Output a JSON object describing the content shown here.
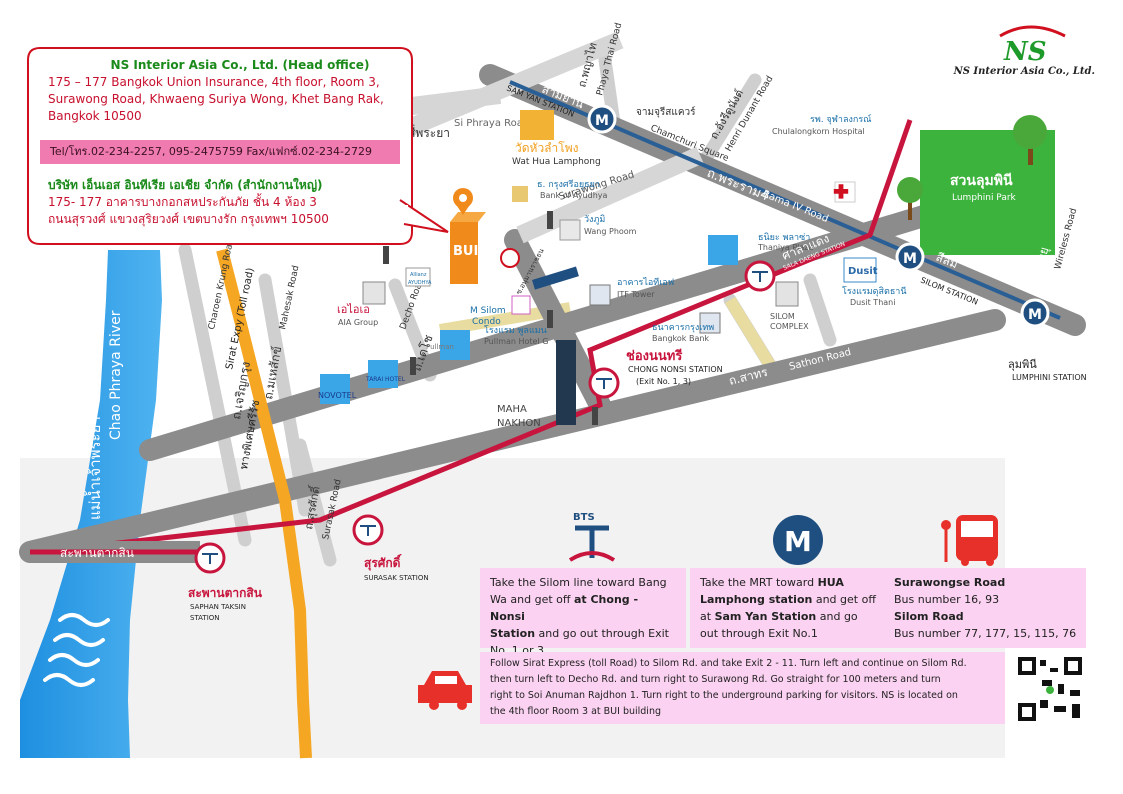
{
  "header": {
    "logo_text": "NS",
    "company_name": "NS Interior Asia Co., Ltd."
  },
  "callout": {
    "title": "NS Interior Asia Co., Ltd. (Head office)",
    "address_line1": "175 – 177  Bangkok Union Insurance,  4th floor,  Room 3,",
    "address_line2": "Surawong Road,   Khwaeng Suriya Wong,  Khet Bang Rak,",
    "address_line3": "Bangkok    10500",
    "tel": "Tel/โทร.02-234-2257,  095-2475759  Fax/แฟกซ์.02-234-2729",
    "thai_title": "บริษัท เอ็นเอส อินทีเรีย เอเชีย จำกัด (สำนักงานใหญ่)",
    "thai_line1": "175- 177  อาคารบางกอกสหประกันภัย ชั้น 4 ห้อง 3",
    "thai_line2": "ถนนสุรวงศ์ แขวงสุริยวงศ์ เขตบางรัก กรุงเทพฯ 10500"
  },
  "map": {
    "river": "Chao Phraya River",
    "river_thai": "แม่น้ำเจ้าพระยา",
    "stations": {
      "sam_yan_thai": "สามย่าน",
      "sam_yan": "SAM YAN STATION",
      "sala_daeng_thai": "ศาลาแดง",
      "sala_daeng": "SALA DAENG STATION",
      "silom_thai": "สีลม",
      "silom": "SILOM STATION",
      "lumphini_thai": "ลุมพินี",
      "lumphini": "LUMPHINI STATION",
      "chong_nonsi_thai": "ช่องนนทรี",
      "chong_nonsi": "CHONG NONSI STATION",
      "chong_nonsi_exit": "(Exit No. 1, 3)",
      "surasak_thai": "สุรศักดิ์",
      "surasak": "SURASAK STATION",
      "saphan_taksin_thai": "สะพานตากสิน",
      "saphan_taksin": "SAPHAN TAKSIN",
      "saphan_taksin2": "STATION",
      "bridge_thai": "สะพานตากสิน"
    },
    "roads": {
      "phaya_thai_thai": "ถ.พญาไท",
      "phaya_thai": "Phaya Thai Road",
      "chamchuri_thai": "จามจุรีสแควร์",
      "chamchuri": "Chamchuri Square",
      "henri_thai": "ถ.อังรีดูนังต์",
      "henri": "Henri Dunant Road",
      "si_phraya_thai": "ถ.สี่พระยา",
      "si_phraya": "Si Phraya Road",
      "rama4_thai": "ถ.พระราม4",
      "rama4": "Rama IV Road",
      "surawong_thai": "ถ.สุรวงศ์",
      "surawong": "Surawong Road",
      "silom_thai": "ถ.สีลม",
      "silom": "SiLom Road",
      "sathon_thai": "ถ.สาทร",
      "sathon": "Sathon Road",
      "wireless_thai": "ถ.วิทยุ",
      "wireless": "Wireless Road",
      "charoen_krung_thai": "ถ.เจริญกรุง",
      "charoen_krung": "Charoen Krung Road",
      "mahesak_thai": "ถ.มเหสักข์",
      "mahesak": "Mahesak Road",
      "decho_thai": "ถ.เดโช",
      "decho": "Decho Road",
      "surasak_thai": "ถ.สุรศักดิ์",
      "surasak": "Surasak Road",
      "expressway_thai": "ทางพิเศษศรีรัช",
      "expressway": "Sirat Expy (Toll road)",
      "soi_anuman": "ซ.อนุมานราชธน"
    },
    "places": {
      "wat_thai": "วัดหัวลำโพง",
      "wat": "Wat Hua Lamphong",
      "hospital_thai": "รพ. จุฬาลงกรณ์",
      "hospital": "Chulalongkorn Hospital",
      "park_thai": "สวนลุมพินี",
      "park": "Lumphini Park",
      "bay_thai": "ธ. กรุงศรีอยุธยา",
      "bay": "Bank of Ayudhya",
      "wang_phoom_thai": "วังภูมิ",
      "wang_phoom": "Wang Phoom",
      "thaniya_thai": "ธนิยะ พลาซ่า",
      "thaniya": "Thaniya Plaza",
      "dusit_logo": "Dusit",
      "dusit_thai": "โรงแรมดุสิตธานี",
      "dusit": "Dusit Thani",
      "itf_thai": "อาคารไอทีเอฟ",
      "itf": "ITF Tower",
      "silom_complex1": "SILOM",
      "silom_complex2": "COMPLEX",
      "bbl_thai": "ธนาคารกรุงเทพ",
      "bbl": "Bangkok Bank",
      "allianz1": "Allianz",
      "allianz2": "AYUDHYA",
      "aia_thai": "เอไอเอ",
      "aia": "AIA Group",
      "m_silom1": "M Silom",
      "m_silom2": "Condo",
      "pullman_thai": "โรงแรม พูลแมน",
      "pullman": "Pullman Hotel G",
      "pullman_logo": "Pullman",
      "novotel": "NOVOTEL",
      "tarai": "TARAI HOTEL",
      "mahanakhon1": "MAHA",
      "mahanakhon2": "NAKHON",
      "bui": "BUI"
    }
  },
  "info": {
    "bts_text_1": "Take the Silom line toward Bang",
    "bts_text_2": "Wa and get off ",
    "bts_text_2b": "at Chong - Nonsi",
    "bts_text_3b": "Station",
    "bts_text_3": " and go out through Exit",
    "bts_text_4": "No. 1 or 3.",
    "mrt_text_1": "Take the MRT toward ",
    "mrt_text_1b": "HUA",
    "mrt_text_2b": "Lamphong station",
    "mrt_text_2": " and get off",
    "mrt_text_3": "at ",
    "mrt_text_3b": "Sam Yan Station",
    "mrt_text_3c": " and go",
    "mrt_text_4": "out through Exit No.1",
    "bus_road1": "Surawongse Road",
    "bus_num1": "Bus number  16, 93",
    "bus_road2": "Silom  Road",
    "bus_num2": "Bus number   77, 177, 15, 115, 76",
    "car_text_1": "Follow Sirat Express (toll Road) to Silom Rd. and take Exit 2 - 11. Turn left and continue on Silom Rd.",
    "car_text_2": "then turn left to Decho Rd. and turn right to Surawong Rd. Go straight for 100 meters and turn",
    "car_text_3": "right to Soi Anuman Rajdhon 1. Turn right to the underground parking for visitors. NS is located on",
    "car_text_4": "the 4th floor  Room 3 at BUI building"
  },
  "colors": {
    "road": "#8c8c8c",
    "bts_line": "#c8153d",
    "mrt_line": "#1f4f80",
    "expressway": "#f5a623",
    "river": "#2e9be6",
    "park": "#3cb33c",
    "info_bg": "#fbd2f1"
  }
}
